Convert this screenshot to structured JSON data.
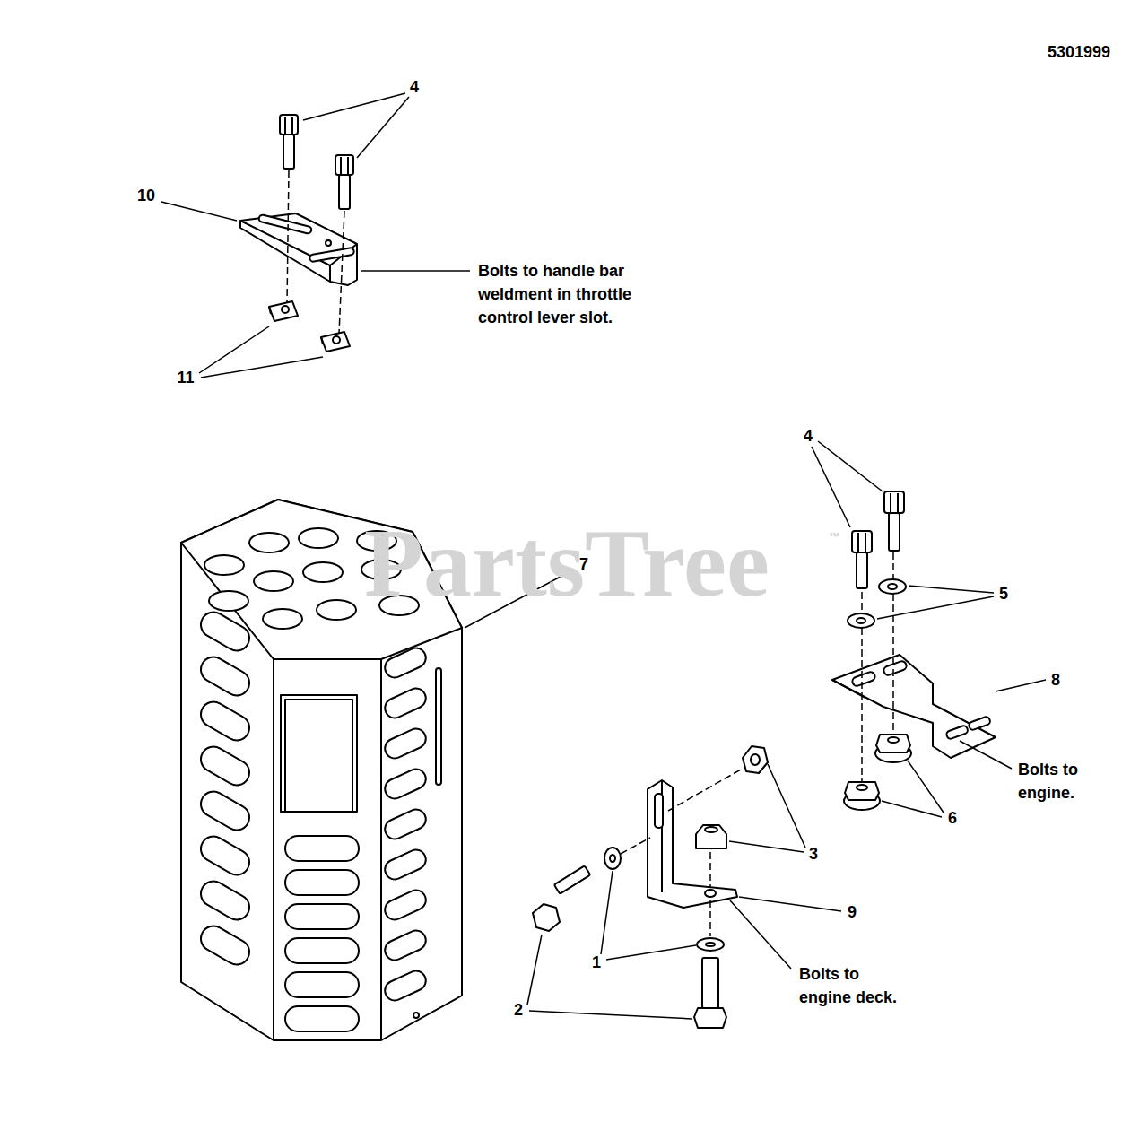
{
  "diagram": {
    "labels": [
      "5301999",
      "4",
      "10",
      "Bolts to handle bar weldment in throttle control lever slot.",
      "11",
      "PartsTree",
      "™",
      "7",
      "4",
      "5",
      "8",
      "Bolts to engine.",
      "6",
      "3",
      "9",
      "1",
      "Bolts to engine deck.",
      "2"
    ]
  }
}
